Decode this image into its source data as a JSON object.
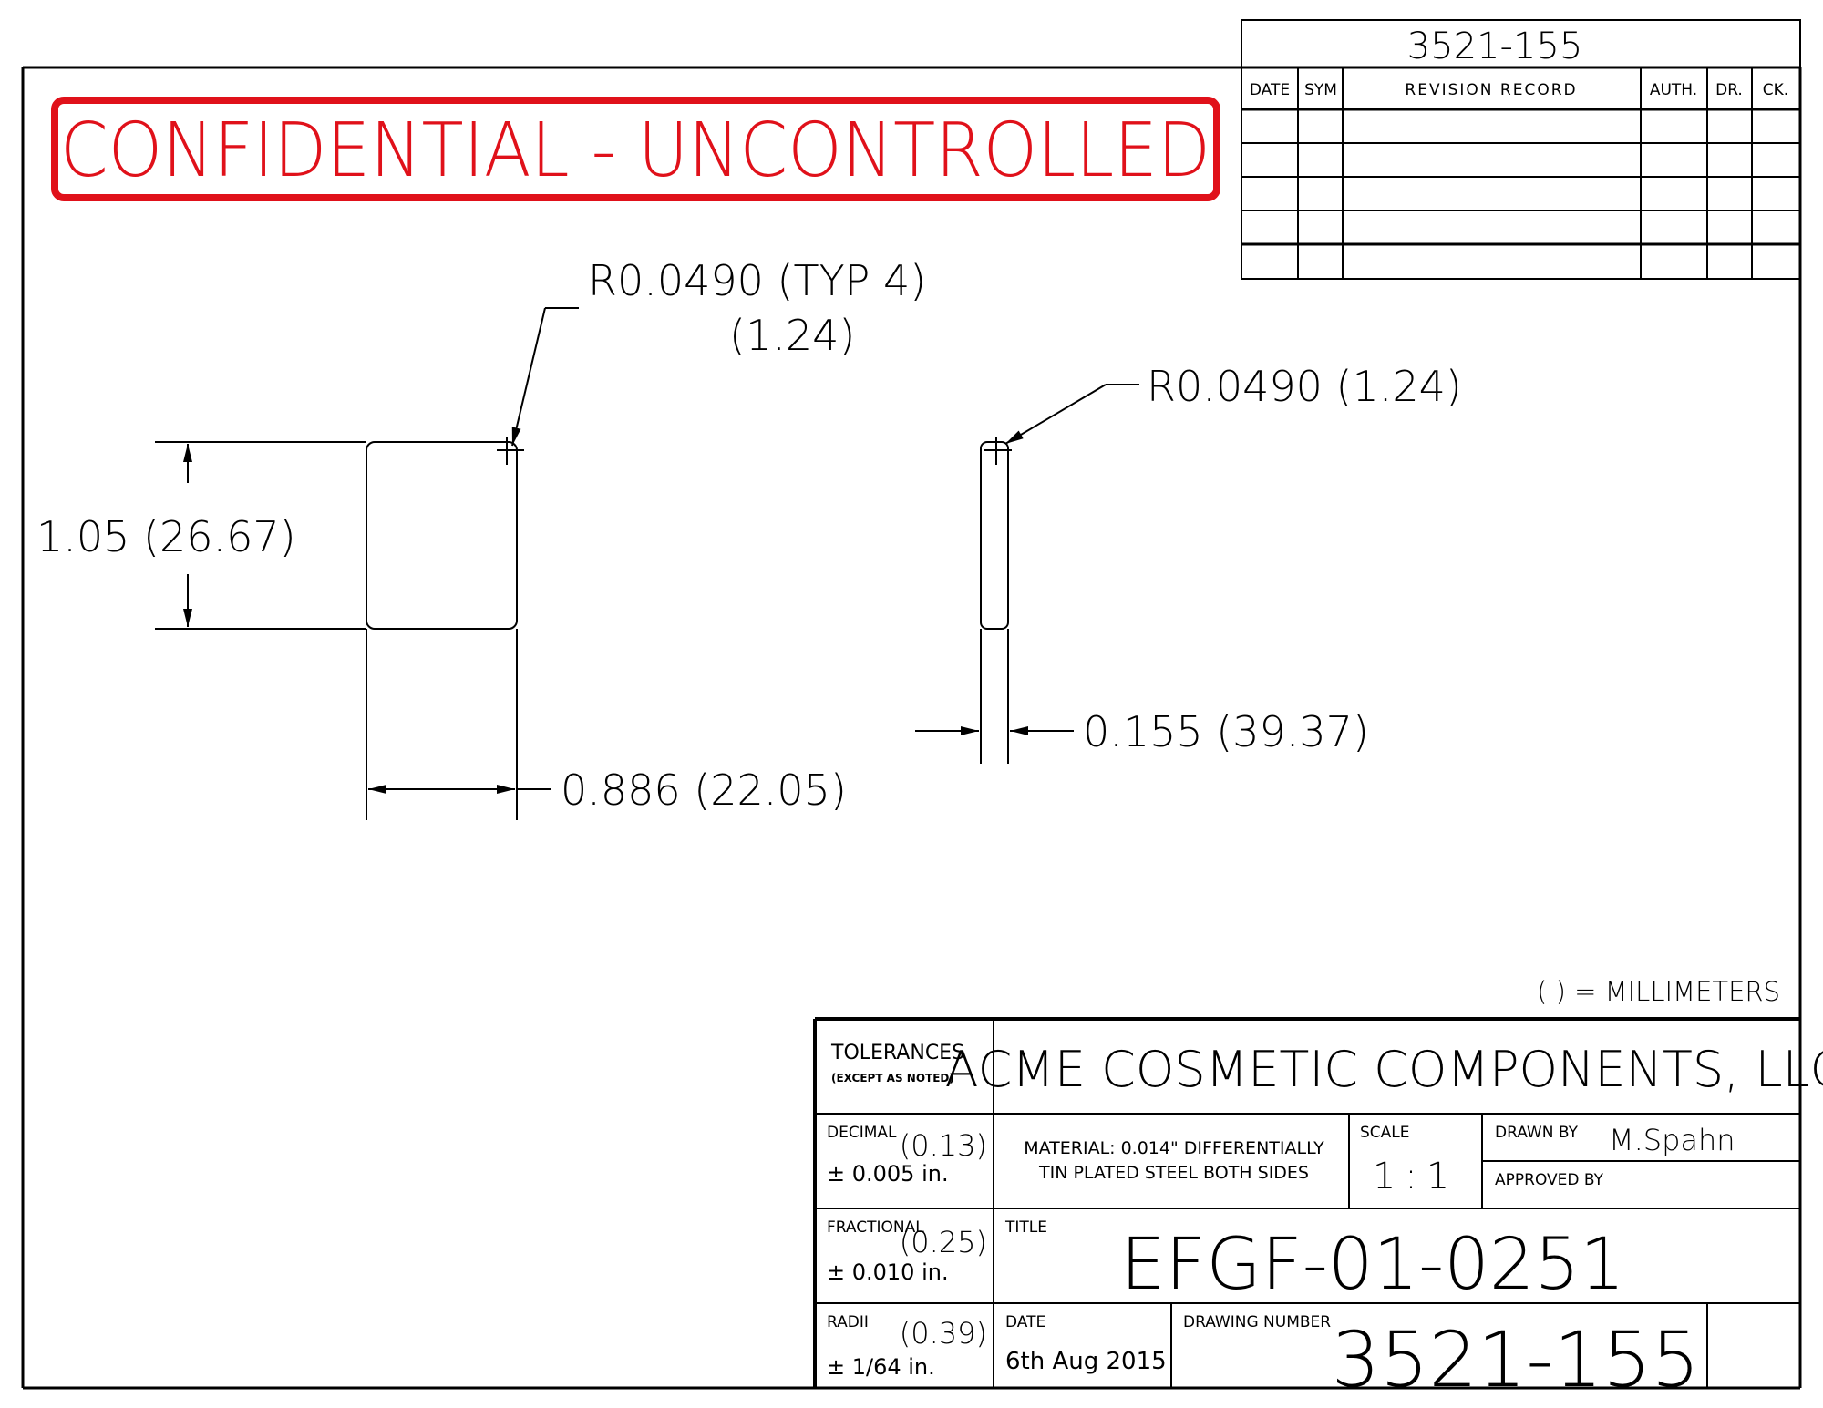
{
  "revision_block": {
    "drawing_ref": "3521-155",
    "headers": [
      "DATE",
      "SYM",
      "REVISION RECORD",
      "AUTH.",
      "DR.",
      "CK."
    ],
    "rows": [
      [
        "",
        "",
        "",
        "",
        "",
        ""
      ],
      [
        "",
        "",
        "",
        "",
        "",
        ""
      ],
      [
        "",
        "",
        "",
        "",
        "",
        ""
      ],
      [
        "",
        "",
        "",
        "",
        "",
        ""
      ],
      [
        "",
        "",
        "",
        "",
        "",
        ""
      ]
    ]
  },
  "stamp": {
    "text": "CONFIDENTIAL - UNCONTROLLED",
    "color": "#e0111a"
  },
  "dimensions": {
    "corner_radius_note_line1": "R0.0490 (TYP 4)",
    "corner_radius_note_line2": "(1.24)",
    "side_radius_note": "R0.0490 (1.24)",
    "height": "1.05 (26.67)",
    "width": "0.886 (22.05)",
    "thickness": "0.155 (39.37)"
  },
  "units_note": "( ) = MILLIMETERS",
  "title_block": {
    "tolerances_title": "TOLERANCES",
    "tolerances_subtitle": "(EXCEPT AS NOTED)",
    "decimal_label": "DECIMAL",
    "decimal_mm": "(0.13)",
    "decimal_value": "± 0.005 in.",
    "fractional_label": "FRACTIONAL",
    "fractional_mm": "(0.25)",
    "fractional_value": "± 0.010 in.",
    "radii_label": "RADII",
    "radii_mm": "(0.39)",
    "radii_value": "± 1/64 in.",
    "company": "ACME COSMETIC COMPONENTS, LLC",
    "material_line1": "MATERIAL: 0.014\" DIFFERENTIALLY",
    "material_line2": "TIN PLATED STEEL BOTH SIDES",
    "scale_label": "SCALE",
    "scale_value": "1:1",
    "drawn_by_label": "DRAWN BY",
    "drawn_by_value": "M.Spahn",
    "approved_by_label": "APPROVED BY",
    "approved_by_value": "",
    "title_label": "TITLE",
    "title_value": "EFGF-01-0251",
    "date_label": "DATE",
    "date_value": "6th Aug 2015",
    "drawing_number_label": "DRAWING NUMBER",
    "drawing_number_value": "3521-155"
  }
}
